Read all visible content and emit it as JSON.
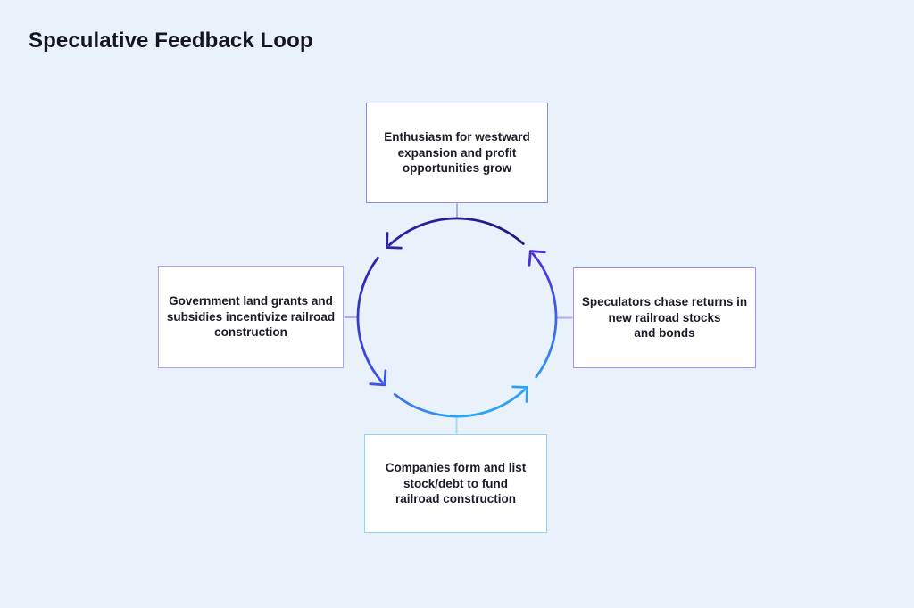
{
  "title": "Speculative Feedback Loop",
  "diagram": {
    "type": "cycle",
    "direction": "counterclockwise",
    "nodes": [
      {
        "id": "enthusiasm",
        "position": "top",
        "lines": [
          "Enthusiasm for westward",
          "expansion and profit",
          "opportunities grow"
        ],
        "border_color": "#8f8bd9"
      },
      {
        "id": "government-grants",
        "position": "left",
        "lines": [
          "Government land grants and",
          "subsidies incentivize railroad",
          "construction"
        ],
        "border_color": "#b2a3f2"
      },
      {
        "id": "speculators",
        "position": "right",
        "lines": [
          "Speculators chase returns in",
          "new railroad stocks",
          "and bonds"
        ],
        "border_color": "#aa8df0"
      },
      {
        "id": "companies-form",
        "position": "bottom",
        "lines": [
          "Companies form and list",
          "stock/debt to fund",
          "railroad construction"
        ],
        "border_color": "#8fd3f2"
      }
    ],
    "colors": {
      "background": "#e9f2fb",
      "node_fill": "#ffffff",
      "title_text": "#15151e",
      "node_text": "#1b1b28",
      "arc_top_navy": "#241a88",
      "arc_left_indigo": "#2d23a6",
      "arc_left_blue": "#3f55e8",
      "arc_bottom_cyan": "#2aa6f4",
      "arc_right_blue": "#3394f1",
      "arc_right_indigo": "#4a2ed6",
      "connector_purple": "#b4a8ee",
      "connector_cyan": "#a5dcf5"
    }
  }
}
